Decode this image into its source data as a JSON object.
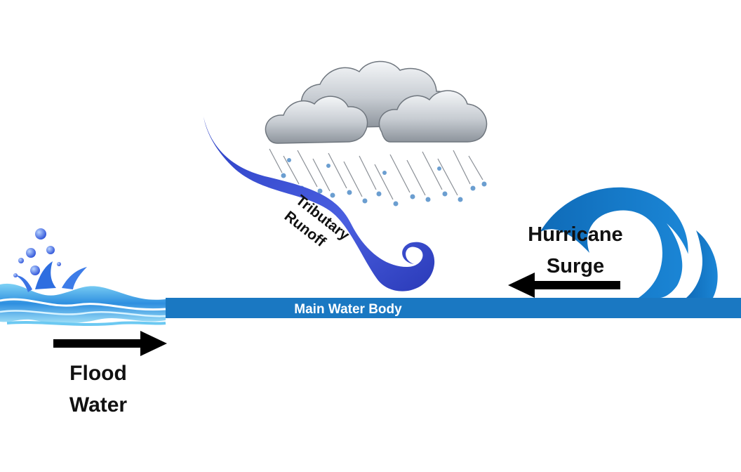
{
  "labels": {
    "main_water_body": "Main Water Body",
    "tributary_line1": "Tributary",
    "tributary_line2": "Runoff",
    "hurricane_line1": "Hurricane",
    "hurricane_line2": "Surge",
    "flood_line1": "Flood",
    "flood_line2": "Water"
  },
  "icons": {
    "cloud": "rain-cloud-icon",
    "rain": "raindrops-icon",
    "tributary": "tributary-swirl-icon",
    "surge": "curling-wave-icon",
    "flood": "splashing-water-icon",
    "surge_arrow": "arrow-left-icon",
    "flood_arrow": "arrow-right-icon"
  },
  "colors": {
    "water_band": "#1a78c2",
    "tributary": "#3a4fd0",
    "wave": "#1479c6",
    "arrow": "#000000",
    "band_text": "#ffffff",
    "label_text": "#111111"
  }
}
